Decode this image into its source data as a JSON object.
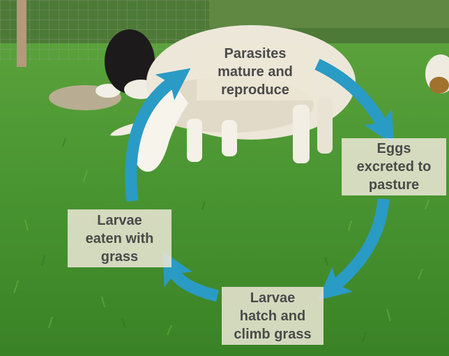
{
  "diagram": {
    "steps": [
      {
        "id": "mature",
        "label": "Parasites\nmature and\nreproduce"
      },
      {
        "id": "excrete",
        "label": "Eggs\nexcreted to\npasture"
      },
      {
        "id": "climb",
        "label": "Larvae\nhatch and\nclimb grass"
      },
      {
        "id": "eaten",
        "label": "Larvae\neaten with\ngrass"
      }
    ],
    "arrow_color": "#2a9bc4",
    "label_bg": "#ece6d6",
    "label_text_color": "#4a4a4a"
  },
  "photo": {
    "subject_icon": "grazing-sheep-photo"
  }
}
